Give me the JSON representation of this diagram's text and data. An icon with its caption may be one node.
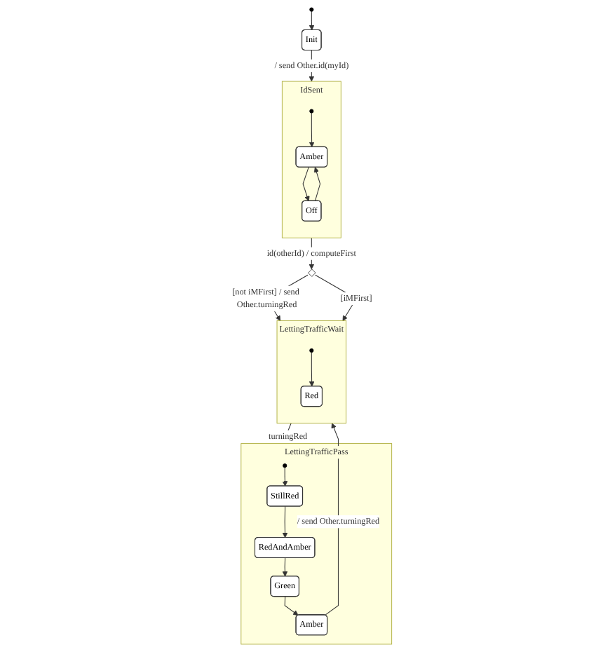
{
  "diagram": {
    "nodes": [
      {
        "text": [],
        "shape": "circle"
      },
      {
        "text": [
          "Init"
        ]
      },
      {
        "text": [
          "IdSent"
        ]
      },
      {
        "text": [],
        "shape": "circle",
        "in": 2
      },
      {
        "text": [
          "Amber"
        ],
        "in": 2
      },
      {
        "text": [
          "Off"
        ],
        "in": 2
      },
      {
        "text": [],
        "shape": "diamond"
      },
      {
        "text": [
          "LettingTrafficPass"
        ]
      },
      {
        "text": [],
        "shape": "circle",
        "in": 7
      },
      {
        "text": [
          "StillRed"
        ],
        "in": 7
      },
      {
        "text": [
          "RedAndAmber"
        ],
        "in": 7
      },
      {
        "text": [
          "Green"
        ],
        "in": 7
      },
      {
        "text": [
          "Amber"
        ],
        "in": 7
      },
      {
        "text": [
          "LettingTrafficWait"
        ]
      },
      {
        "text": [],
        "shape": "circle",
        "in": 13
      },
      {
        "text": [
          "Red"
        ],
        "in": 13
      }
    ],
    "edges": [
      {
        "from": 0,
        "to": 1,
        "arrow": "to"
      },
      {
        "from": 1,
        "to": 2,
        "arrow": "to",
        "label": "/ send Other.id(myId)"
      },
      {
        "from": 3,
        "to": 4,
        "arrow": "to"
      },
      {
        "from": 5,
        "to": 4,
        "arrow": "to"
      },
      {
        "from": 4,
        "to": 5,
        "arrow": "to"
      },
      {
        "from": 2,
        "to": 6,
        "arrow": "to",
        "label": "id(otherId) / computeFirst"
      },
      {
        "from": 6,
        "to": 13,
        "arrow": "to",
        "label": "[not iMFirst] / send Other.turningRed"
      },
      {
        "from": 6,
        "to": 13,
        "arrow": "to",
        "label": "[iMFirst]"
      },
      {
        "from": 13,
        "to": 7,
        "arrow": "to",
        "label": "turningRed"
      },
      {
        "from": 8,
        "to": 9,
        "arrow": "to"
      },
      {
        "from": 9,
        "to": 10,
        "arrow": "to"
      },
      {
        "from": 10,
        "to": 11,
        "arrow": "to"
      },
      {
        "from": 11,
        "to": 12,
        "arrow": "to"
      },
      {
        "from": 12,
        "to": 13,
        "arrow": "to",
        "label": "/ send Other.turningRed"
      },
      {
        "from": 14,
        "to": 15,
        "arrow": "to"
      }
    ]
  }
}
